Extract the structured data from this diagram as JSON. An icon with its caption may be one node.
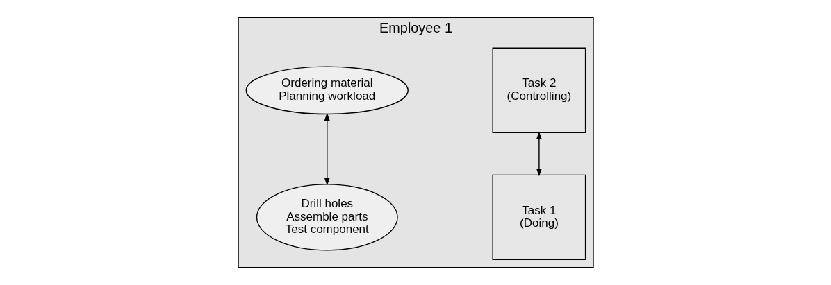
{
  "diagram": {
    "nodes": [
      {
        "text": [
          "Employee 1"
        ]
      },
      {
        "text": [
          "Task 2",
          "(Controlling)"
        ],
        "in": 0
      },
      {
        "text": [
          "Ordering material",
          "Planning workload"
        ],
        "in": 0
      },
      {
        "text": [
          "Task 1",
          "(Doing)"
        ],
        "in": 0
      },
      {
        "text": [
          "Drill holes",
          "Assemble parts",
          "Test component"
        ],
        "in": 0
      }
    ],
    "edges": [
      {
        "from": 1,
        "to": 3,
        "arrow": "both"
      },
      {
        "from": 2,
        "to": 4,
        "arrow": "both"
      }
    ]
  }
}
